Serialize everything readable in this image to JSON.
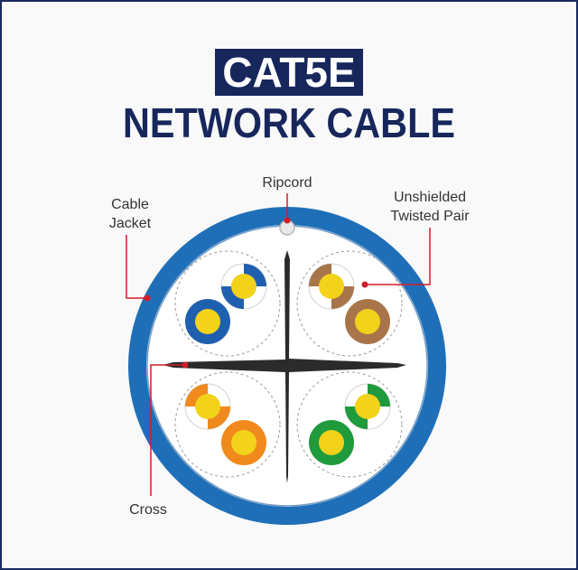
{
  "title": {
    "badge": "CAT5E",
    "main": "NETWORK CABLE"
  },
  "labels": {
    "ripcord": "Ripcord",
    "jacket_line1": "Cable",
    "jacket_line2": "Jacket",
    "pair_line1": "Unshielded",
    "pair_line2": "Twisted Pair",
    "cross": "Cross"
  },
  "colors": {
    "jacket": "#1f6fb8",
    "leader": "#d11f2a",
    "title": "#17275c",
    "conductor": "#f2d21b",
    "pair_blue": "#1f5fb0",
    "pair_brown": "#a8754a",
    "pair_orange": "#f08a1c",
    "pair_green": "#1f9a3c"
  },
  "pairs": [
    {
      "name": "blue",
      "color": "#1f5fb0"
    },
    {
      "name": "brown",
      "color": "#a8754a"
    },
    {
      "name": "orange",
      "color": "#f08a1c"
    },
    {
      "name": "green",
      "color": "#1f9a3c"
    }
  ]
}
